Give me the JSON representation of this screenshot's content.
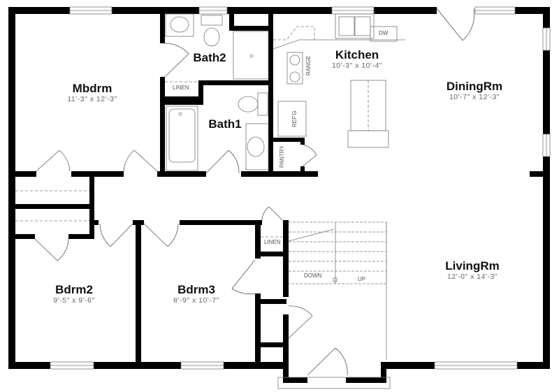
{
  "plan": {
    "wall_color": "#000000",
    "fixture_color": "#777777",
    "background": "#ffffff"
  },
  "rooms": {
    "mbdrm": {
      "name": "Mbdrm",
      "dims": "11'-3\" x 12'-3\""
    },
    "bath2": {
      "name": "Bath2"
    },
    "bath1": {
      "name": "Bath1"
    },
    "kitchen": {
      "name": "Kitchen",
      "dims": "10'-3\" x 10'-4\""
    },
    "diningrm": {
      "name": "DiningRm",
      "dims": "10'-7\" x 12'-3\""
    },
    "bdrm2": {
      "name": "Bdrm2",
      "dims": "9'-5\" x 9'-6\""
    },
    "bdrm3": {
      "name": "Bdrm3",
      "dims": "8'-9\" x 10'-7\""
    },
    "livingrm": {
      "name": "LivingRm",
      "dims": "12'-0\" x 14'-3\""
    }
  },
  "fixtures": {
    "linen_upper": "LINEN",
    "linen_lower": "LINEN",
    "range": "RANGE",
    "refg": "REF'G",
    "pantry": "PANTRY",
    "dw": "DW",
    "stair_down": "DOWN",
    "stair_up": "UP"
  }
}
